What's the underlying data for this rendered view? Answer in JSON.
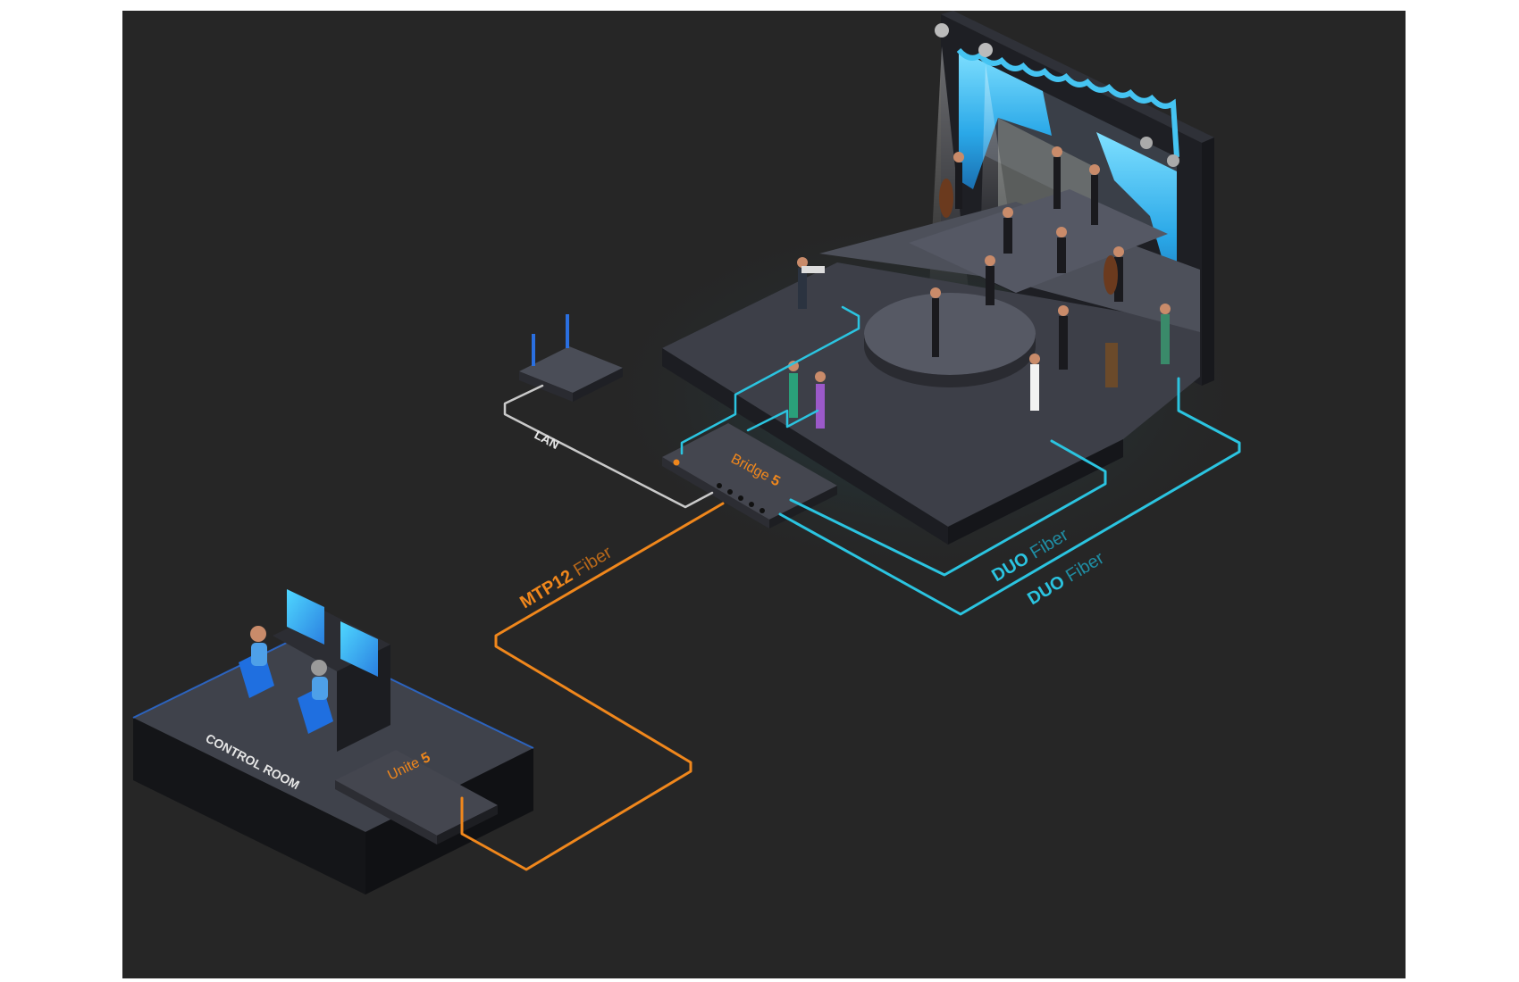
{
  "labels": {
    "lan": "LAN",
    "bridge_name": "Bridge",
    "bridge_num": "5",
    "unite_name": "Unite",
    "unite_num": "5",
    "control_room": "CONTROL ROOM",
    "mtp_bold": "MTP12",
    "mtp_rest": " Fiber",
    "duo1_bold": "DUO",
    "duo1_rest": " Fiber",
    "duo2_bold": "DUO",
    "duo2_rest": " Fiber"
  },
  "colors": {
    "background": "#262626",
    "orange": "#f0871c",
    "cyan": "#2bc4e0",
    "lan_line": "#c9c9c9",
    "stage_top": "#4a4d57",
    "curtain": "#2aa8e8"
  }
}
